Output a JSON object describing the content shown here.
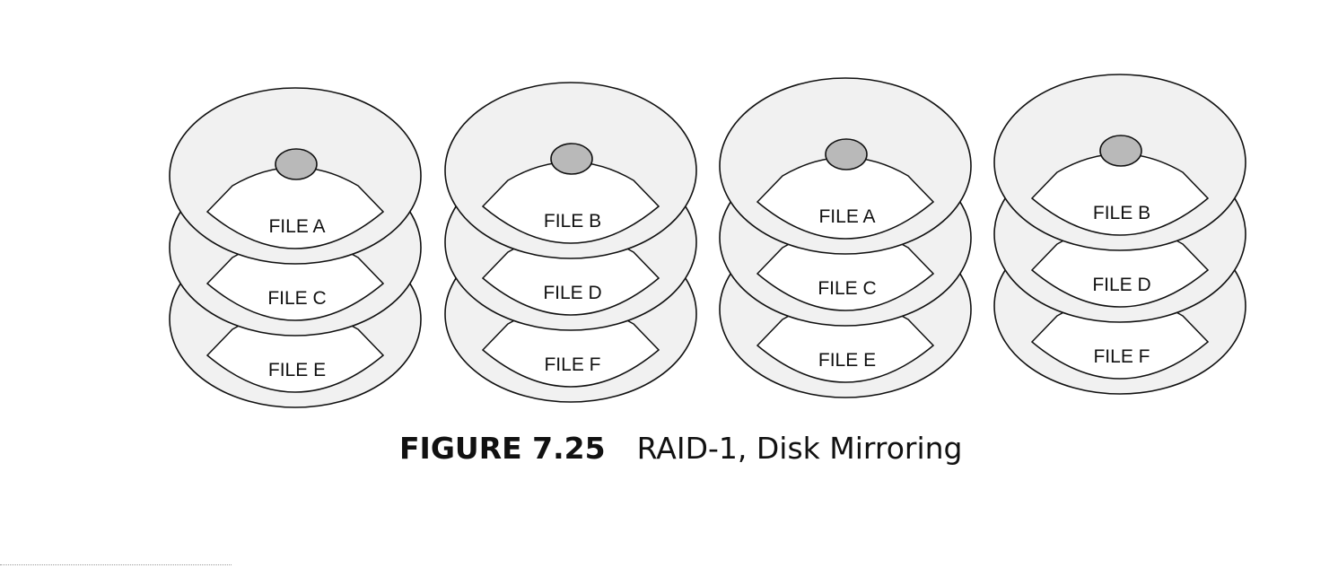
{
  "diagram": {
    "disk_stacks": [
      {
        "platters": [
          "FILE A",
          "FILE C",
          "FILE E"
        ]
      },
      {
        "platters": [
          "FILE B",
          "FILE D",
          "FILE F"
        ]
      },
      {
        "platters": [
          "FILE A",
          "FILE C",
          "FILE E"
        ]
      },
      {
        "platters": [
          "FILE B",
          "FILE D",
          "FILE F"
        ]
      }
    ],
    "colors": {
      "platter_fill": "#f1f1f1",
      "spindle_fill": "#b9b9b9",
      "outline": "#111111"
    }
  },
  "caption": {
    "number": "FIGURE 7.25",
    "text": "RAID-1, Disk Mirroring"
  }
}
